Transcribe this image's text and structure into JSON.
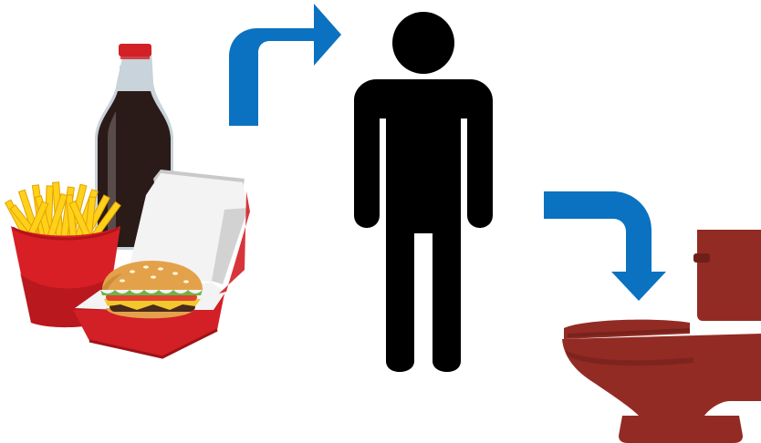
{
  "diagram": {
    "flow": [
      "fast-food",
      "person",
      "toilet"
    ],
    "nodes": [
      {
        "id": "fast-food",
        "icon": "fast-food-meal-icon",
        "parts": [
          "cola-bottle-icon",
          "fries-icon",
          "burger-box-icon",
          "burger-icon"
        ]
      },
      {
        "id": "person",
        "icon": "person-icon"
      },
      {
        "id": "toilet",
        "icon": "toilet-icon"
      }
    ],
    "edges": [
      {
        "from": "fast-food",
        "to": "person",
        "icon": "arrow-up-right-icon"
      },
      {
        "from": "person",
        "to": "toilet",
        "icon": "arrow-right-down-icon"
      }
    ]
  },
  "colors": {
    "background": "#ffffff",
    "arrow": "#0a72c0",
    "person": "#000000",
    "toilet": "#922b24",
    "toilet_dark": "#6e1f1a",
    "fries_box": "#d81f26",
    "fries_box_dark": "#9e1318",
    "fries": "#ffd11a",
    "fries_edge": "#e3a200",
    "bottle_glass": "#c8d3da",
    "bottle_liquid": "#2a1a18",
    "bottle_cap": "#d31f26",
    "box_white": "#f3f3f3",
    "box_grey": "#c9c9c9",
    "box_red": "#d31f26",
    "bun": "#e3a24a",
    "bun_dark": "#b9762c",
    "lettuce": "#6cb544",
    "tomato": "#e0432c",
    "cheese": "#f3c82e",
    "patty": "#4a2a1a"
  }
}
